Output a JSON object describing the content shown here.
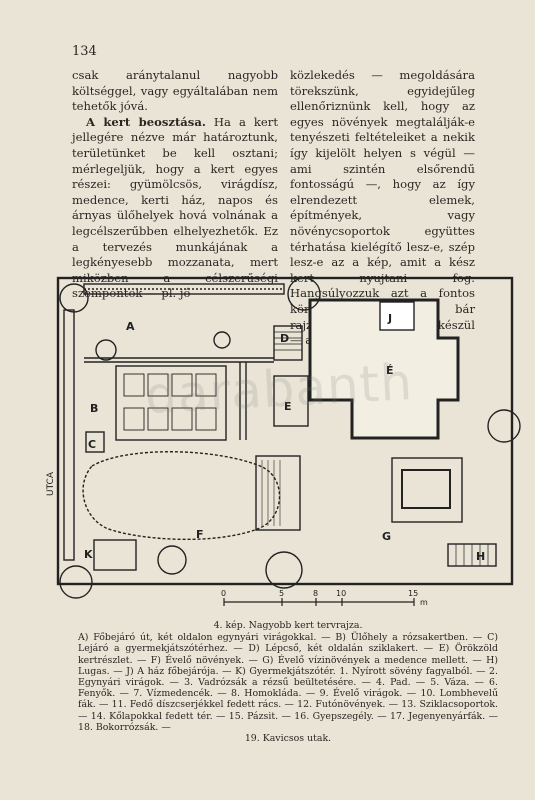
{
  "page_number": "134",
  "left_column": {
    "para1": "csak aránytalanul nagyobb költséggel, vagy egyáltalában nem tehetők jóvá.",
    "para2_heading": "A kert beosztása.",
    "para2_text": " Ha a kert jellegére nézve már határoztunk, területünket be kell osztani; mérlegeljük, hogy a kert egyes részei: gyümölcsös, virágdísz, medence, kerti ház, napos és árnyas ülőhelyek hová volnának a legcélszerűbben elhelyezhetők. Ez a tervezés munkájának a legkényesebb mozzanata, mert miközben a célszerűségi szempontok — pl. jó"
  },
  "right_column": {
    "text": "közlekedés — megoldására törekszünk, egyidejűleg ellenőriznünk kell, hogy az egyes növények megtalálják-e tenyészeti feltételeiket a nekik így kijelölt helyen s végül — ami szintén elsőrendű fontosságú —, hogy az így elrendezett elemek, építmények, vagy növénycsoportok együttes térhatása kielégítő lesz-e, szép lesz-e az a kép, amit a kész kert nyujtani fog. Hangsúlyozzuk azt a fontos körülményt, hogy — bár rajzunk a sík papíroson készül — a kert"
  },
  "plan": {
    "street_label": "UTCA",
    "area_letters": [
      "A",
      "B",
      "C",
      "D",
      "E",
      "F",
      "G",
      "H",
      "J",
      "K",
      "É"
    ],
    "scale_ticks": [
      "0",
      "5",
      "8",
      "10",
      "15"
    ],
    "scale_unit": "m"
  },
  "watermark": "darabanth",
  "caption": {
    "title": "4. kép. Nagyobb kert tervrajza.",
    "body": "A) Főbejáró út, két oldalon egynyári virágokkal. — B) Ülőhely a rózsakertben. — C) Lejáró a gyermekjátszótérhez. — D) Lépcső, két oldalán sziklakert. — E) Örökzöld kertrészlet. — F) Évelő növények. — G) Évelő vízinövények a medence mellett. — H) Lugas. — J) A ház főbejárója. — K) Gyermekjátszótér. 1. Nyírott sövény fagyalból. — 2. Egynyári virágok. — 3. Vadrózsák a rézsű beültetésére. — 4. Pad. — 5. Váza. — 6. Fenyők. — 7. Vízmedencék. — 8. Homokláda. — 9. Évelő virágok. — 10. Lombhevelű fák. — 11. Fedő díszcserjékkel fedett rács. — 12. Futónövények. — 13. Sziklacsoportok. — 14. Kőlapokkal fedett tér. — 15. Pázsit. — 16. Gyepszegély. — 17. Jegenyenyárfák. — 18. Bokorrózsák. —",
    "last": "19. Kavicsos utak."
  }
}
